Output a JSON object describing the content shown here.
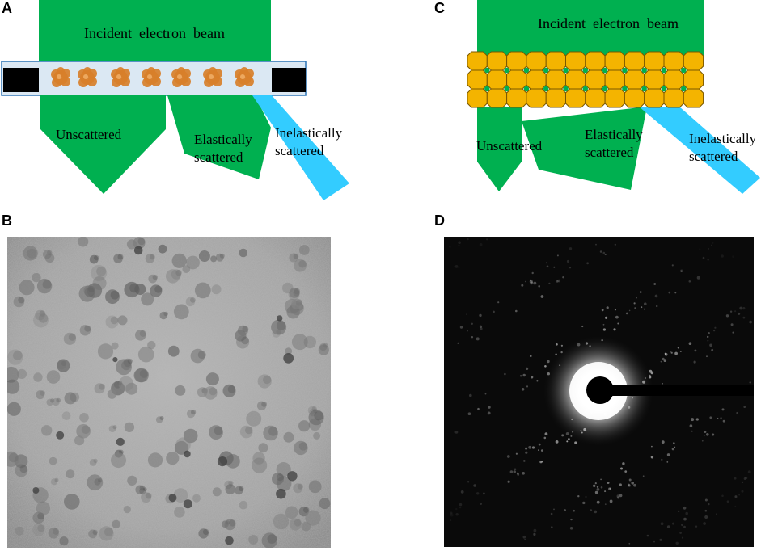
{
  "panel_labels": {
    "a": "A",
    "b": "B",
    "c": "C",
    "d": "D"
  },
  "panel_a": {
    "beam_label": "Incident  electron  beam",
    "unscattered": "Unscattered",
    "elastic_line1": "Elastically",
    "elastic_line2": "scattered",
    "inelastic_line1": "Inelastically",
    "inelastic_line2": "scattered",
    "particle_count": 7
  },
  "panel_c": {
    "beam_label": "Incident  electron  beam",
    "unscattered": "Unscattered",
    "elastic_line1": "Elastically",
    "elastic_line2": "scattered",
    "inelastic_line1": "Inelastically",
    "inelastic_line2": "scattered",
    "lattice_cols": 12,
    "lattice_rows": 3
  },
  "colors": {
    "beam_green": "#00b050",
    "inelastic_cyan": "#33ccff",
    "ice_blue": "#dbe8f3",
    "ice_border": "#2e75b6",
    "particle_orange": "#d87f2a",
    "crystal_gold": "#f4b400",
    "crystal_border": "#7a5800",
    "micrograph_gray": "#a3a3a3",
    "diffraction_bg": "#0a0a0a"
  },
  "icons": {
    "particle": "protein-particle-icon",
    "crystal_unit": "crystal-unit-cell-icon",
    "beam_stop": "beam-stop-icon"
  }
}
